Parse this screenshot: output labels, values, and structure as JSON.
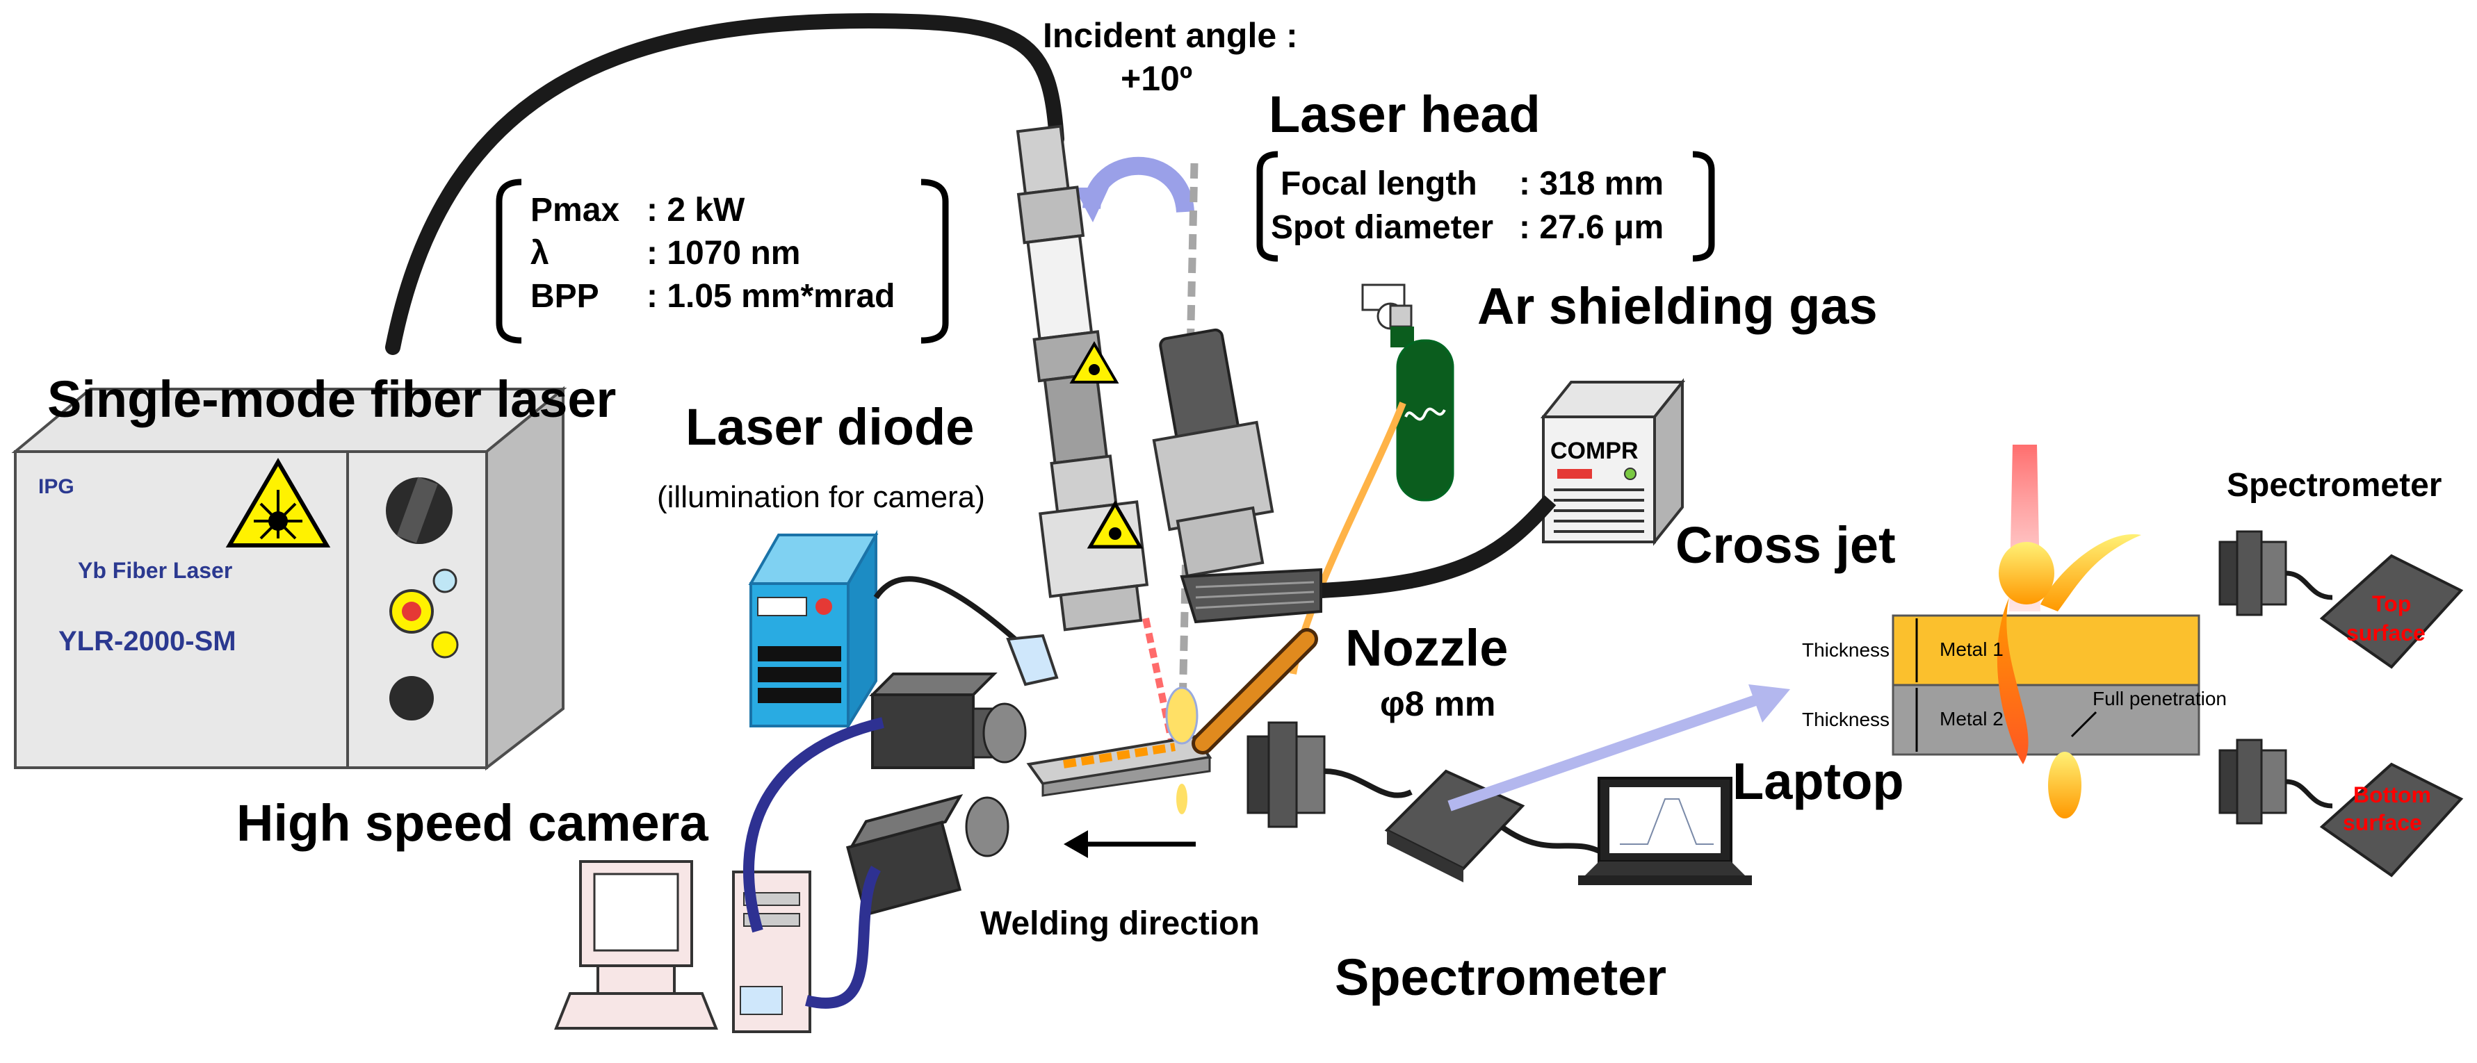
{
  "labels": {
    "incident_angle": "Incident angle :",
    "incident_value": "+10º",
    "laser_head": "Laser head",
    "focal_key": "Focal length",
    "focal_val": ": 318 mm",
    "spot_key": "Spot diameter",
    "spot_val": ": 27.6 μm",
    "ar_gas": "Ar shielding gas",
    "fiber_laser": "Single-mode fiber laser",
    "laser_diode": "Laser diode",
    "illumination": "(illumination  for camera)",
    "cross_jet": "Cross jet",
    "nozzle": "Nozzle",
    "nozzle_dia": "φ8 mm",
    "laptop": "Laptop",
    "high_speed_camera": "High speed camera",
    "welding_direction": "Welding direction",
    "spectrometer_bottom": "Spectrometer",
    "spectrometer_right": "Spectrometer",
    "compr": "COMPR"
  },
  "laser_specs": [
    {
      "key": "Pmax",
      "value": ": 2 kW"
    },
    {
      "key": "λ",
      "value": ": 1070 nm"
    },
    {
      "key": "BPP",
      "value": ": 1.05 mm*mrad"
    }
  ],
  "laser_box": {
    "brand": "IPG",
    "type": "Yb Fiber Laser",
    "model": "YLR-2000-SM"
  },
  "cross_section": {
    "thickness_1": "Thickness",
    "thickness_2": "Thickness",
    "metal_1": "Metal 1",
    "metal_2": "Metal 2",
    "full_penetration": "Full penetration",
    "top_surface_1": "Top",
    "top_surface_2": "surface",
    "bottom_surface_1": "Bottom",
    "bottom_surface_2": "surface"
  },
  "colors": {
    "metal_1": "#fbc02d",
    "metal_2": "#9e9e9e",
    "laser_beam": "#ff4d4d",
    "cable": "#1a1a1a",
    "camera_cable": "#2e3192",
    "diode_box": "#29abe2",
    "gas_cylinder": "#0b5d1e",
    "label_red": "#ff0000",
    "label_navy": "#2b3990"
  }
}
